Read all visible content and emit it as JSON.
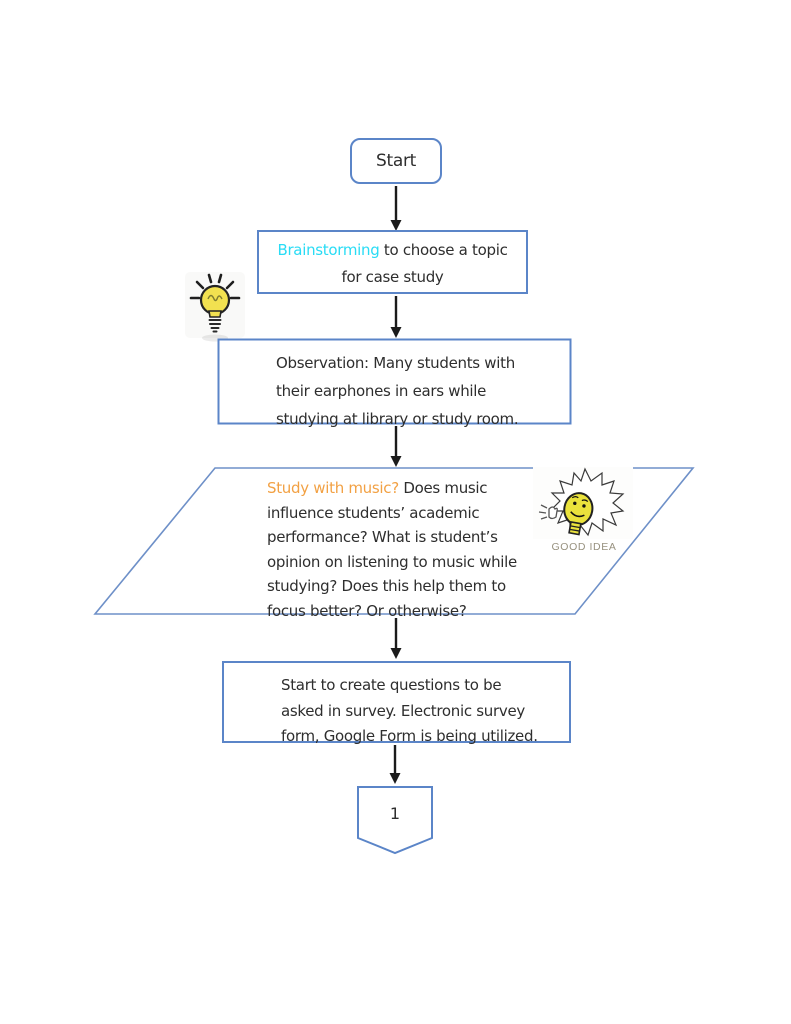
{
  "colors": {
    "box_border": "#5b85c8",
    "parallelogram_border": "#6e90c8",
    "text": "#2e2e2e",
    "highlight_cyan": "#29dcf5",
    "highlight_orange": "#f2a144",
    "arrow": "#1b1b1b",
    "bulb_yellow": "#f2e150",
    "caption_gray": "#97917f"
  },
  "flowchart": {
    "start": {
      "label": "Start"
    },
    "brainstorm": {
      "highlight": "Brainstorming",
      "line1_rest": " to choose a topic",
      "line2": "for case study"
    },
    "observation": {
      "line1": "Observation: Many students with",
      "line2": "their earphones in ears while",
      "line3": "studying at library or study room."
    },
    "research_question": {
      "highlight": "Study with music?",
      "line1_rest": " Does music",
      "line2": "influence students’ academic",
      "line3": "performance? What is student’s",
      "line4": "opinion on listening to music while",
      "line5": "studying? Does this help them to",
      "line6": "focus better? Or otherwise?"
    },
    "survey": {
      "line1": "Start to create questions to be",
      "line2": "asked in survey. Electronic survey",
      "line3": "form, Google Form is being utilized."
    },
    "connector": {
      "label": "1"
    }
  },
  "icons": {
    "idea_bulb": "lightbulb-clipart",
    "good_idea": "good-idea-lightbulb-clipart",
    "good_idea_caption": "GOOD IDEA"
  }
}
